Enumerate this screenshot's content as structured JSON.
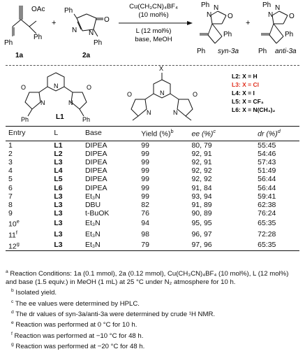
{
  "scheme": {
    "substrate_1": {
      "label": "1a",
      "groups": [
        "OAc",
        "Ph",
        "Ph"
      ]
    },
    "substrate_2": {
      "label": "2a",
      "groups": [
        "Ph",
        "N",
        "N",
        "O",
        "Ph"
      ]
    },
    "plus": "+",
    "reagent_line1": "Cu(CH₃CN)₄BF₄",
    "reagent_line2": "(10 mol%)",
    "ligand_line": "L (12 mol%)",
    "conditions_line": "base, MeOH",
    "product_syn": {
      "label": "syn-3a",
      "groups": [
        "Ph",
        "N",
        "N",
        "O",
        "Ph",
        "Ph"
      ]
    },
    "product_anti": {
      "label": "anti-3a",
      "groups": [
        "Ph",
        "N",
        "N",
        "O",
        "Ph",
        "Ph"
      ]
    }
  },
  "ligands": {
    "l1_label": "L1",
    "l1_groups": [
      "O",
      "N",
      "N",
      "O",
      "N",
      "Ph",
      "Ph"
    ],
    "l2_6_groups": [
      "X",
      "O",
      "N",
      "N",
      "O",
      "N",
      "Ph",
      "Ph"
    ],
    "list": [
      "L2: X = H",
      "L3: X = Cl",
      "L4: X = I",
      "L5: X = CF₃",
      "L6: X = N(CH₃)₂"
    ],
    "highlight_color": "#e0301e"
  },
  "table": {
    "headers": [
      "Entry",
      "L",
      "Base",
      "Yield (%)",
      "ee (%)",
      "dr (%)"
    ],
    "header_marks": {
      "yield": "b",
      "ee": "c",
      "dr": "d"
    },
    "rows": [
      {
        "entry": "1",
        "mark": "",
        "l": "L1",
        "base": "DIPEA",
        "yield": "99",
        "ee": "80, 79",
        "dr": "55:45"
      },
      {
        "entry": "2",
        "mark": "",
        "l": "L2",
        "base": "DIPEA",
        "yield": "99",
        "ee": "92, 91",
        "dr": "54:46"
      },
      {
        "entry": "3",
        "mark": "",
        "l": "L3",
        "base": "DIPEA",
        "yield": "99",
        "ee": "92, 91",
        "dr": "57:43"
      },
      {
        "entry": "4",
        "mark": "",
        "l": "L4",
        "base": "DIPEA",
        "yield": "99",
        "ee": "92, 92",
        "dr": "51:49"
      },
      {
        "entry": "5",
        "mark": "",
        "l": "L5",
        "base": "DIPEA",
        "yield": "99",
        "ee": "92, 92",
        "dr": "56:44"
      },
      {
        "entry": "6",
        "mark": "",
        "l": "L6",
        "base": "DIPEA",
        "yield": "99",
        "ee": "91, 84",
        "dr": "56:44"
      },
      {
        "entry": "7",
        "mark": "",
        "l": "L3",
        "base": "Et₃N",
        "yield": "99",
        "ee": "93, 94",
        "dr": "59:41"
      },
      {
        "entry": "8",
        "mark": "",
        "l": "L3",
        "base": "DBU",
        "yield": "82",
        "ee": "91, 89",
        "dr": "62:38"
      },
      {
        "entry": "9",
        "mark": "",
        "l": "L3",
        "base": "t-BuOK",
        "yield": "76",
        "ee": "90, 89",
        "dr": "76:24"
      },
      {
        "entry": "10",
        "mark": "e",
        "l": "L3",
        "base": "Et₃N",
        "yield": "94",
        "ee": "95, 95",
        "dr": "65:35"
      },
      {
        "entry": "11",
        "mark": "f",
        "l": "L3",
        "base": "Et₃N",
        "yield": "98",
        "ee": "96, 97",
        "dr": "72:28"
      },
      {
        "entry": "12",
        "mark": "g",
        "l": "L3",
        "base": "Et₃N",
        "yield": "79",
        "ee": "97, 96",
        "dr": "65:35"
      }
    ]
  },
  "footnotes": {
    "a": "Reaction Conditions: 1a (0.1 mmol), 2a (0.12 mmol), Cu(CH₃CN)₄BF₄ (10 mol%), L (12 mol%) and base (1.5 equiv.) in MeOH (1 mL) at 25 °C under N₂ atmosphere for 10 h.",
    "b": "Isolated yield.",
    "c": "The ee values were determined by HPLC.",
    "d": "The dr values of syn-3a/anti-3a were determined by crude ¹H NMR.",
    "e": "Reaction was performed at 0 °C for 10 h.",
    "f": "Reaction was performed at −10 °C for 48 h.",
    "g": "Reaction was performed at −20 °C for 48 h."
  }
}
